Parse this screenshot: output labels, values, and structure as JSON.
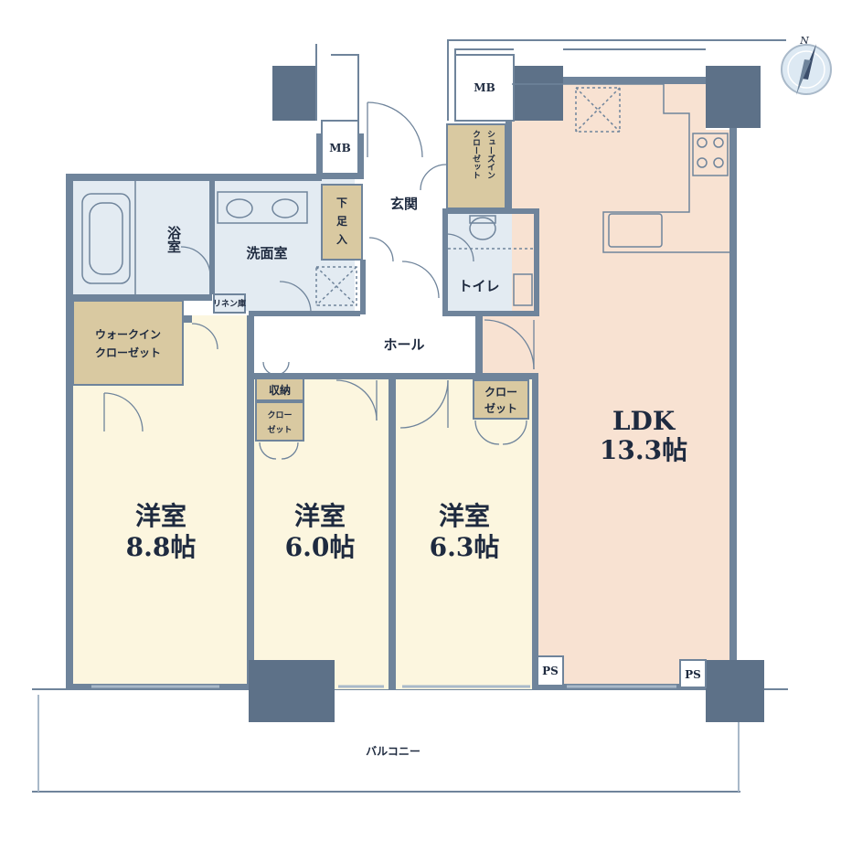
{
  "colors": {
    "wall": "#6f849b",
    "wall_dark": "#5d7188",
    "wall_light": "#a9b9c9",
    "room_bedroom": "#fcf6df",
    "room_ldk": "#f8e2d2",
    "room_wet": "#e3ebf2",
    "closet": "#d9c9a1",
    "hall": "#ffffff",
    "text": "#1e2a3f"
  },
  "compass": {
    "north": "N",
    "icon": "compass-icon"
  },
  "rooms": {
    "ldk": {
      "name": "LDK",
      "size": "13.3帖"
    },
    "bedroom1": {
      "name": "洋室",
      "size": "8.8帖"
    },
    "bedroom2": {
      "name": "洋室",
      "size": "6.0帖"
    },
    "bedroom3": {
      "name": "洋室",
      "size": "6.3帖"
    },
    "bath": "浴室",
    "washroom": "洗面室",
    "linen": "リネン庫",
    "entrance": "玄関",
    "shoe_rack": [
      "下",
      "足",
      "入"
    ],
    "shoes_closet": [
      "シューズイン",
      "クローゼット"
    ],
    "toilet": "トイレ",
    "hall": "ホール",
    "walkin": [
      "ウォークイン",
      "クローゼット"
    ],
    "storage": "収納",
    "closet_b2": [
      "クロー",
      "ゼット"
    ],
    "closet_b3": [
      "クロー",
      "ゼット"
    ],
    "mb_top": "MB",
    "mb_left": "MB",
    "ps_left": "PS",
    "ps_right": "PS",
    "balcony": "バルコニー"
  }
}
